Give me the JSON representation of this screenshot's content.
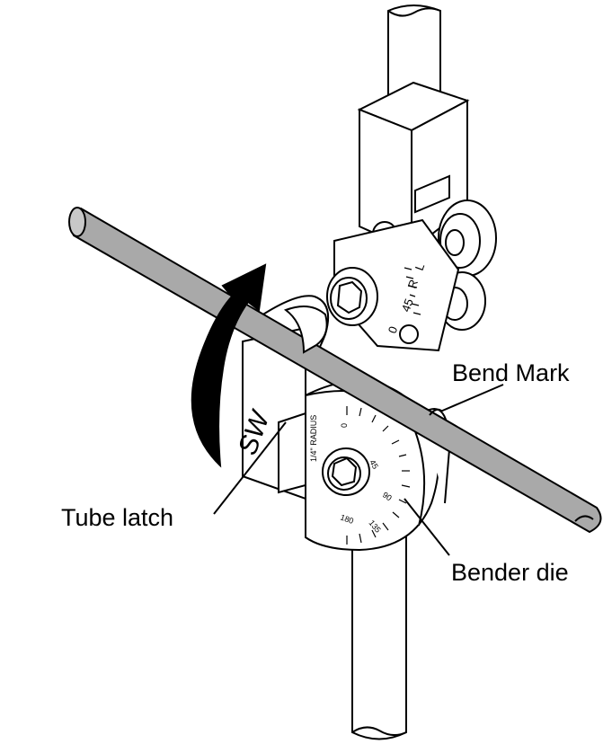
{
  "labels": {
    "bend_mark": "Bend Mark",
    "tube_latch": "Tube latch",
    "bender_die": "Bender die"
  },
  "die_scale": [
    "0",
    "45",
    "90",
    "135",
    "180"
  ],
  "die_text": "1/4\" RADIUS",
  "scale_block": [
    "0",
    "45",
    "R",
    "L"
  ],
  "logo_text": "SW",
  "colors": {
    "tube": "#a9a9a9",
    "outline": "#000000",
    "arrow": "#000000",
    "background": "#ffffff"
  },
  "icons": {
    "rotation_arrow": "curved-arrow-icon"
  }
}
